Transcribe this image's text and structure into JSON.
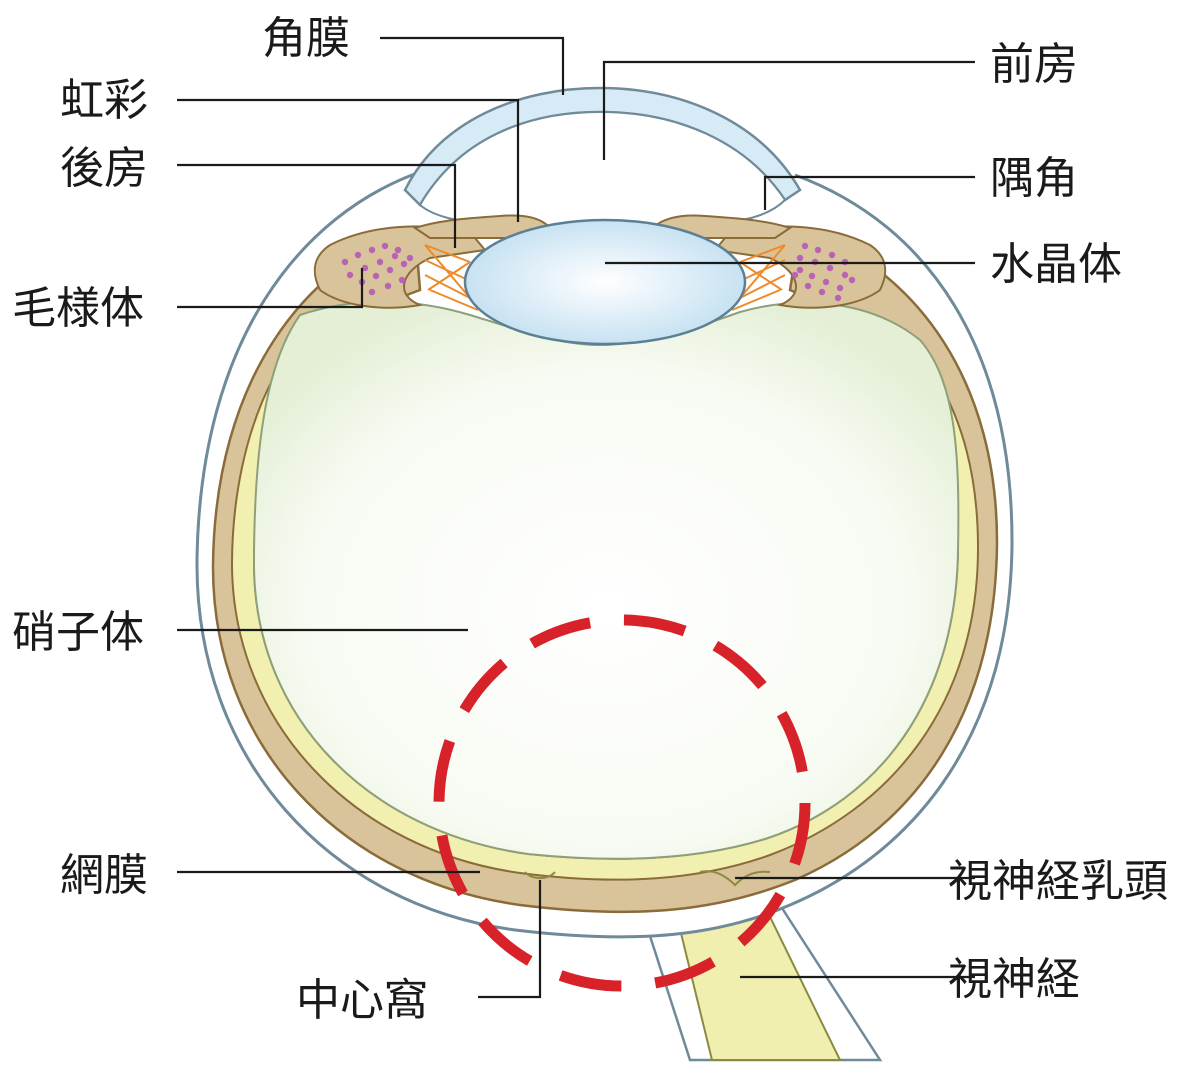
{
  "labels": {
    "cornea": "角膜",
    "iris": "虹彩",
    "posterior_chamber": "後房",
    "ciliary_body": "毛様体",
    "vitreous": "硝子体",
    "retina": "網膜",
    "fovea": "中心窩",
    "anterior_chamber": "前房",
    "angle": "隅角",
    "lens": "水晶体",
    "optic_disc": "視神経乳頭",
    "optic_nerve": "視神経"
  },
  "colors": {
    "sclera": "#ffffff",
    "sclera_outline": "#6f8a98",
    "cornea_fill": "#d6ebf6",
    "choroid": "#d9c39a",
    "choroid_outline": "#8a6b3a",
    "retina_fill": "#f2f0b0",
    "vitreous_fill": "#f0f6e6",
    "lens_fill": "#cfe6f5",
    "lens_outline": "#5d7f94",
    "zonule": "#ee8a2a",
    "ciliary_dots": "#b862b8",
    "highlight_circle": "#d8222a",
    "optic_nerve_fill": "#f1efb0"
  },
  "highlight": {
    "style": "dashed-circle",
    "region": "fovea-and-optic-disc"
  }
}
